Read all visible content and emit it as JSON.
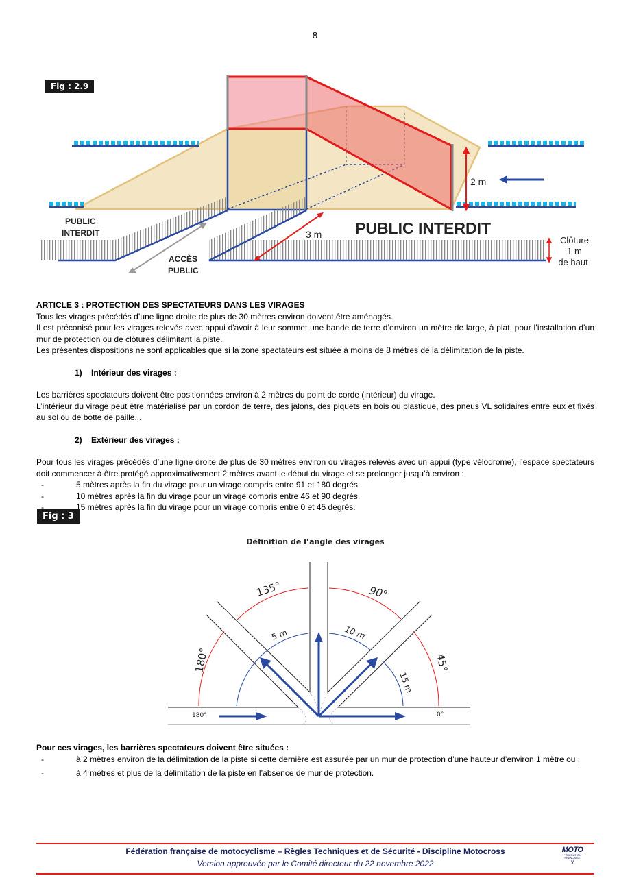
{
  "page_number": "8",
  "fig29": {
    "label": "Fig : 2.9",
    "public_interdit_left_1": "PUBLIC",
    "public_interdit_left_2": "INTERDIT",
    "public_interdit_big": "PUBLIC INTERDIT",
    "acces_1": "ACCÈS",
    "acces_2": "PUBLIC",
    "dist_3m": "3 m",
    "height_2m": "2 m",
    "cloture_1": "Clôture",
    "cloture_2": "1 m",
    "cloture_3": "de haut"
  },
  "article": {
    "title": "ARTICLE 3 : PROTECTION DES SPECTATEURS DANS LES VIRAGES",
    "p1": "Tous les virages précédés d’une ligne droite de plus de 30 mètres environ doivent être aménagés.",
    "p2": "Il est préconisé pour les virages relevés avec appui d'avoir à leur sommet une bande de terre d’environ un mètre de large, à plat, pour l’installation d’un mur de protection ou de clôtures délimitant la piste.",
    "p3": "Les présentes dispositions ne sont applicables que si la zone spectateurs est située à moins de 8 mètres de la délimitation de la piste.",
    "s1_num": "1)",
    "s1_title": "Intérieur des virages :",
    "s1_p1": "Les barrières spectateurs doivent être positionnées environ à 2 mètres du point de corde (intérieur) du virage.",
    "s1_p2": "L’intérieur du virage peut être matérialisé par un cordon de terre, des jalons, des piquets en bois ou plastique, des pneus VL solidaires entre eux et fixés au sol ou de botte de paille...",
    "s2_num": "2)",
    "s2_title": "Extérieur des virages :",
    "s2_p1": "Pour tous les virages précédés d’une ligne droite de plus de 30 mètres environ ou virages relevés avec un appui (type vélodrome), l’espace spectateurs doit commencer à être protégé approximativement 2 mètres avant le début du virage et se prolonger jusqu’à environ :",
    "s2_items": [
      "5 mètres après la fin du virage pour un virage compris entre 91 et 180 degrés.",
      "10 mètres après la fin du virage pour un virage compris entre 46 et 90 degrés.",
      "15 mètres après la fin du virage pour un virage compris entre 0 et 45 degrés."
    ]
  },
  "fig3": {
    "label": "Fig : 3",
    "title": "Définition de l’angle des virages",
    "a135": "135°",
    "a90": "90°",
    "a180": "180°",
    "a45": "45°",
    "d5": "5 m",
    "d10": "10 m",
    "d15": "15 m",
    "base180": "180°",
    "base0": "0°"
  },
  "barriers": {
    "title": "Pour ces virages, les barrières spectateurs doivent être situées :",
    "items": [
      "à 2 mètres environ de la délimitation de la piste si cette dernière est assurée par un mur de protection d’une hauteur d’environ 1 mètre ou ;",
      "à 4 mètres et plus de la délimitation de la piste en l’absence de mur de protection."
    ]
  },
  "footer": {
    "line1": "Fédération française de motocyclisme – Règles Techniques et de Sécurité - Discipline Motocross",
    "line2": "Version approuvée par le Comité directeur du 22 novembre 2022",
    "logo_text": "MOTO",
    "logo_sub": "FÉDÉRATION FRANÇAISE"
  },
  "colors": {
    "red": "#e21b1b",
    "blue": "#2a4aa0",
    "beige": "#f1dfb4",
    "navy": "#1a2360"
  }
}
